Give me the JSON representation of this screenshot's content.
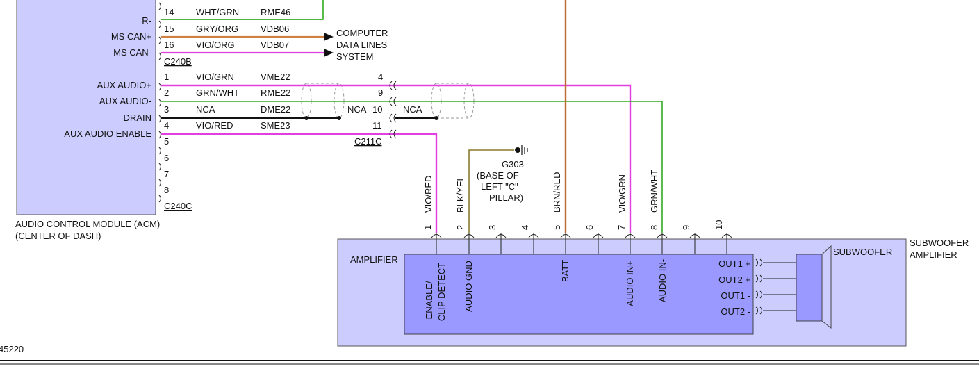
{
  "acm": {
    "pins_top": [
      {
        "label": "R-",
        "num": "14",
        "color": "WHT/GRN",
        "circuit": "RME46"
      },
      {
        "label": "MS CAN+",
        "num": "15",
        "color": "GRY/ORG",
        "circuit": "VDB06"
      },
      {
        "label": "MS CAN-",
        "num": "16",
        "color": "VIO/ORG",
        "circuit": "VDB07"
      }
    ],
    "connector_b": "C240B",
    "pins_c": [
      {
        "label": "AUX AUDIO+",
        "num": "1",
        "color": "VIO/GRN",
        "circuit": "VME22"
      },
      {
        "label": "AUX AUDIO-",
        "num": "2",
        "color": "GRN/WHT",
        "circuit": "RME22"
      },
      {
        "label": "DRAIN",
        "num": "3",
        "color": "NCA",
        "circuit": "DME22"
      },
      {
        "label": "AUX AUDIO ENABLE",
        "num": "4",
        "color": "VIO/RED",
        "circuit": "SME23"
      },
      {
        "label": "",
        "num": "5",
        "color": "",
        "circuit": ""
      },
      {
        "label": "",
        "num": "6",
        "color": "",
        "circuit": ""
      },
      {
        "label": "",
        "num": "7",
        "color": "",
        "circuit": ""
      },
      {
        "label": "",
        "num": "8",
        "color": "",
        "circuit": ""
      }
    ],
    "connector_c": "C240C",
    "name_line1": "AUDIO CONTROL MODULE (ACM)",
    "name_line2": "(CENTER OF DASH)"
  },
  "can_dest": {
    "line1": "COMPUTER",
    "line2": "DATA LINES",
    "line3": "SYSTEM"
  },
  "c211c": {
    "label": "C211C",
    "pins": [
      "4",
      "9",
      "10",
      "11"
    ],
    "nca_left": "NCA",
    "nca_right": "NCA"
  },
  "ground": {
    "id": "G303",
    "line1": "(BASE OF",
    "line2": "LEFT \"C\"",
    "line3": "PILLAR)"
  },
  "amp_wires": [
    {
      "num": "1",
      "color": "VIO/RED"
    },
    {
      "num": "2",
      "color": "BLK/YEL"
    },
    {
      "num": "3",
      "color": ""
    },
    {
      "num": "4",
      "color": ""
    },
    {
      "num": "5",
      "color": "BRN/RED"
    },
    {
      "num": "6",
      "color": ""
    },
    {
      "num": "7",
      "color": "VIO/GRN"
    },
    {
      "num": "8",
      "color": "GRN/WHT"
    },
    {
      "num": "9",
      "color": ""
    },
    {
      "num": "10",
      "color": ""
    }
  ],
  "amplifier": {
    "outer_line1": "SUBWOOFER",
    "outer_line2": "AMPLIFIER",
    "inner_label": "AMPLIFIER",
    "pin_labels": {
      "enable1": "ENABLE/",
      "enable2": "CLIP DETECT",
      "audio_gnd": "AUDIO GND",
      "batt": "BATT",
      "audio_in_pos": "AUDIO IN+",
      "audio_in_neg": "AUDIO IN-"
    },
    "outputs": [
      "OUT1 +",
      "OUT2 +",
      "OUT1 -",
      "OUT2 -"
    ],
    "subwoofer": "SUBWOOFER"
  },
  "page_number": "45220",
  "colors": {
    "module_fill": "#ccccff",
    "amp_fill": "#9999ff",
    "violet": "#e040e0",
    "green": "#33aa22",
    "orange": "#d08040",
    "brown": "#c06a30",
    "olive": "#8a7a2a"
  }
}
